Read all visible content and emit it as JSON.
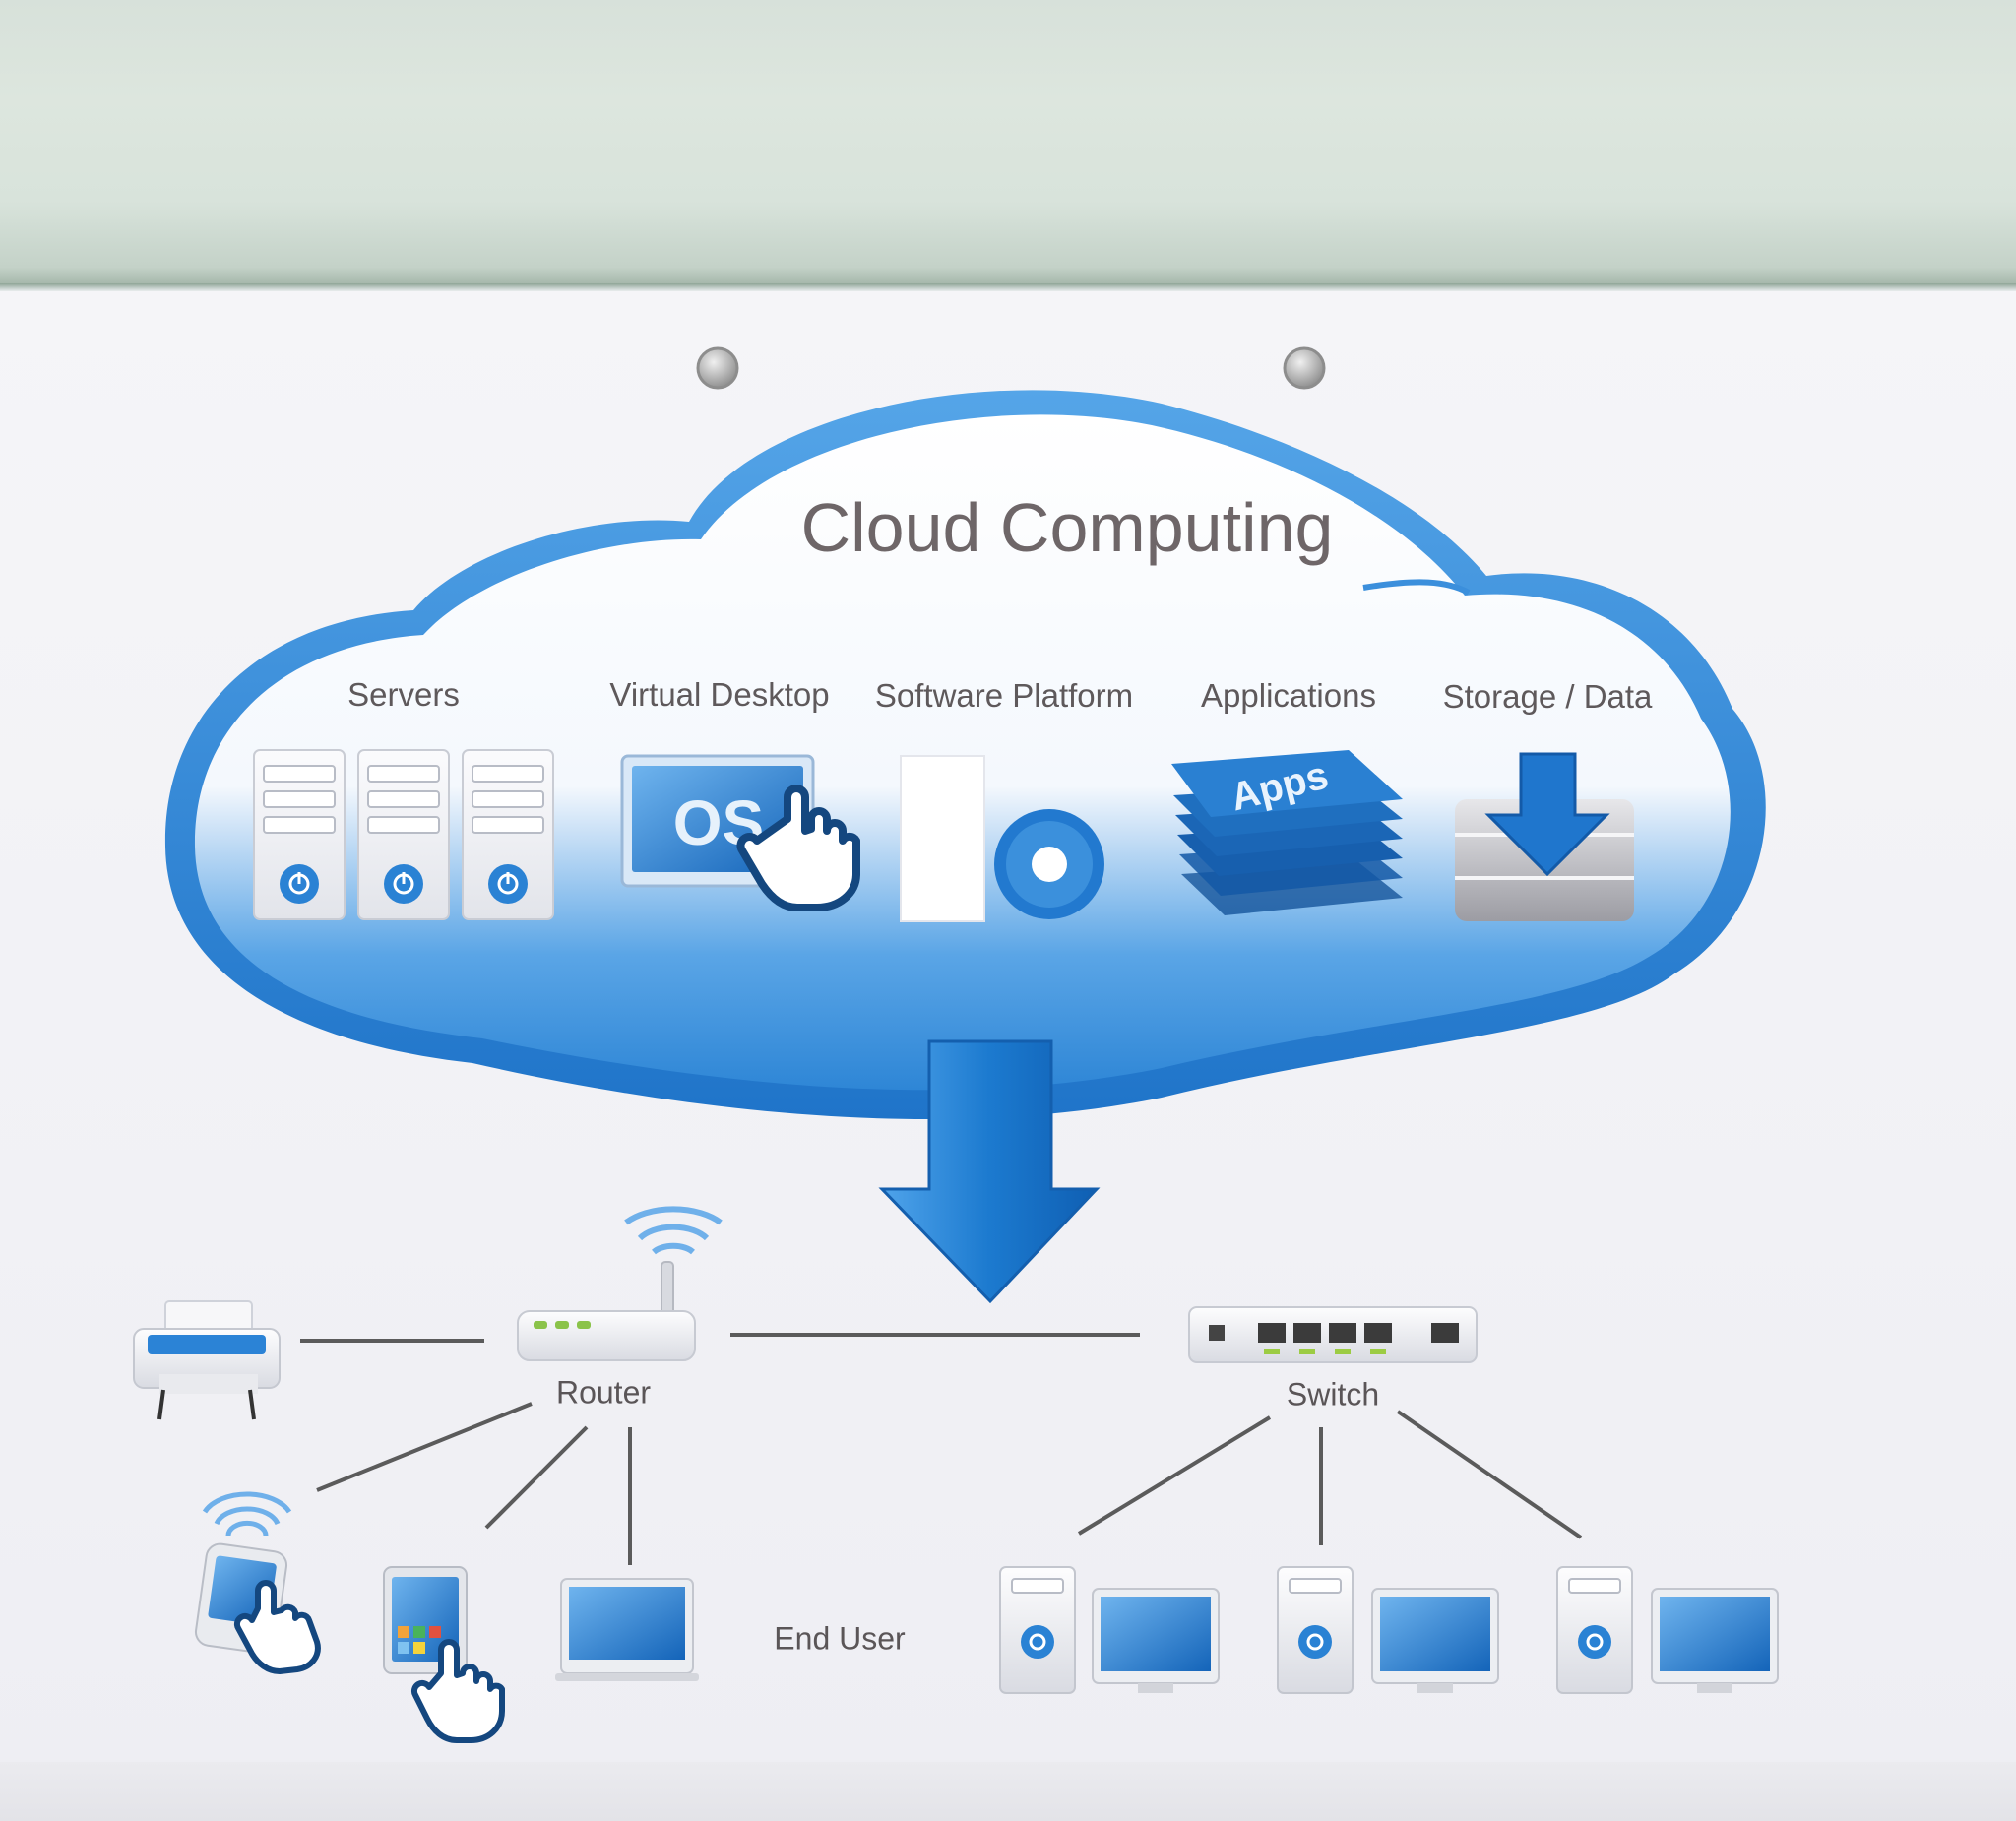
{
  "diagram": {
    "title": "Cloud Computing",
    "cloud_services": [
      {
        "label": "Servers",
        "icon": "server-rack-icon"
      },
      {
        "label": "Virtual Desktop",
        "icon": "os-screen-hand-icon"
      },
      {
        "label": "Software Platform",
        "icon": "software-box-disc-icon"
      },
      {
        "label": "Applications",
        "icon": "apps-stack-icon"
      },
      {
        "label": "Storage / Data",
        "icon": "storage-database-icon"
      }
    ],
    "os_text": "OS",
    "apps_text": "Apps",
    "network": {
      "router_label": "Router",
      "switch_label": "Switch",
      "end_user_label": "End User"
    },
    "colors": {
      "cloud_blue": "#2f86d4",
      "cloud_light": "#e9f2fb",
      "arrow_blue": "#1b78cf",
      "line_gray": "#5b5b5b",
      "band_green": "#d9e3db"
    }
  }
}
